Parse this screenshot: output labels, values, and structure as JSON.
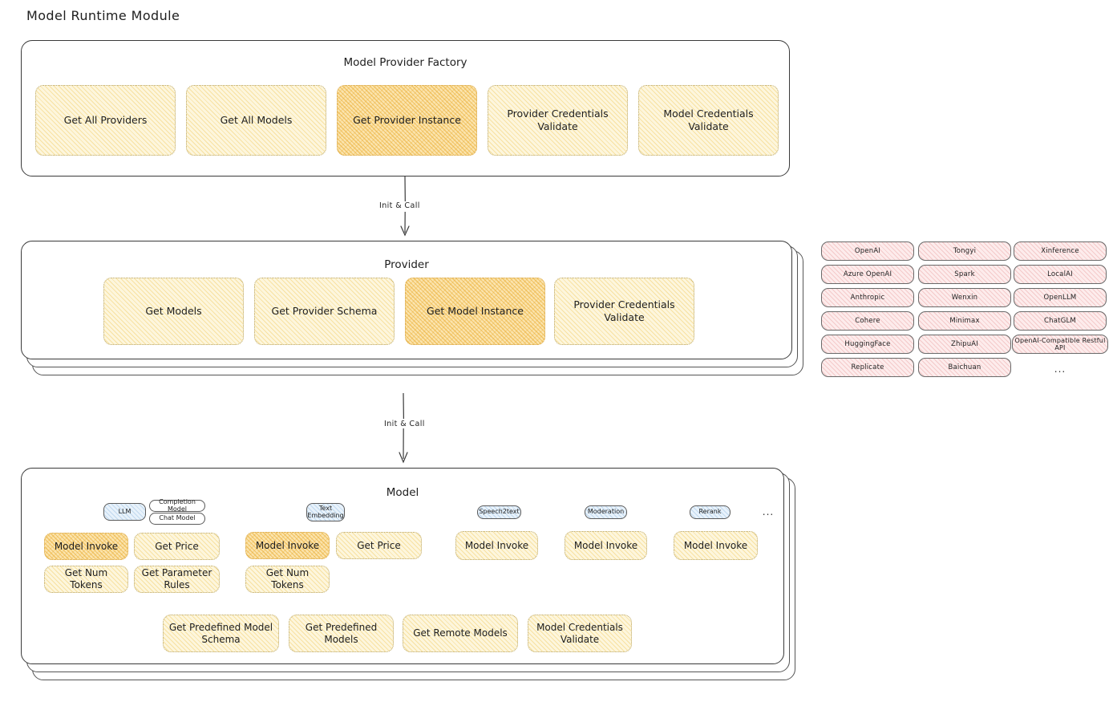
{
  "page": {
    "title": "Model Runtime Module"
  },
  "factory": {
    "title": "Model Provider Factory",
    "ops": [
      {
        "label": "Get All Providers",
        "highlight": false
      },
      {
        "label": "Get All Models",
        "highlight": false
      },
      {
        "label": "Get Provider Instance",
        "highlight": true
      },
      {
        "label": "Provider Credentials Validate",
        "highlight": false
      },
      {
        "label": "Model Credentials Validate",
        "highlight": false
      }
    ]
  },
  "arrows": [
    {
      "label": "Init & Call"
    },
    {
      "label": "Init & Call"
    }
  ],
  "provider": {
    "title": "Provider",
    "ops": [
      {
        "label": "Get Models",
        "highlight": false
      },
      {
        "label": "Get Provider Schema",
        "highlight": false
      },
      {
        "label": "Get Model Instance",
        "highlight": true
      },
      {
        "label": "Provider Credentials Validate",
        "highlight": false
      }
    ]
  },
  "provider_list": {
    "columns": [
      [
        "OpenAI",
        "Azure OpenAI",
        "Anthropic",
        "Cohere",
        "HuggingFace",
        "Replicate"
      ],
      [
        "Tongyi",
        "Spark",
        "Wenxin",
        "Minimax",
        "ZhipuAI",
        "Baichuan"
      ],
      [
        "Xinference",
        "LocalAI",
        "OpenLLM",
        "ChatGLM",
        "OpenAI-Compatible Restful API"
      ]
    ],
    "more": "..."
  },
  "model": {
    "title": "Model",
    "more": "...",
    "types": [
      {
        "name": "LLM",
        "sub_badges": [
          "Completion Model",
          "Chat Model"
        ],
        "ops": [
          {
            "label": "Model Invoke",
            "highlight": true
          },
          {
            "label": "Get Price",
            "highlight": false
          },
          {
            "label": "Get Num Tokens",
            "highlight": false
          },
          {
            "label": "Get Parameter Rules",
            "highlight": false
          }
        ]
      },
      {
        "name": "Text Embedding",
        "sub_badges": [],
        "ops": [
          {
            "label": "Model Invoke",
            "highlight": true
          },
          {
            "label": "Get Price",
            "highlight": false
          },
          {
            "label": "Get Num Tokens",
            "highlight": false
          }
        ]
      },
      {
        "name": "Speech2text",
        "sub_badges": [],
        "ops": [
          {
            "label": "Model Invoke",
            "highlight": false
          }
        ]
      },
      {
        "name": "Moderation",
        "sub_badges": [],
        "ops": [
          {
            "label": "Model Invoke",
            "highlight": false
          }
        ]
      },
      {
        "name": "Rerank",
        "sub_badges": [],
        "ops": [
          {
            "label": "Model Invoke",
            "highlight": false
          }
        ]
      }
    ],
    "shared_ops": [
      {
        "label": "Get Predefined Model Schema"
      },
      {
        "label": "Get Predefined Models"
      },
      {
        "label": "Get Remote Models"
      },
      {
        "label": "Model Credentials Validate"
      }
    ]
  },
  "colors": {
    "op_fill": "#fdf6dd",
    "op_highlight_fill": "#fbe4ae",
    "chip_fill": "#fdecec",
    "badge_blue_fill": "#e8f2fb",
    "stroke": "#3a3a3a",
    "background": "#ffffff"
  }
}
